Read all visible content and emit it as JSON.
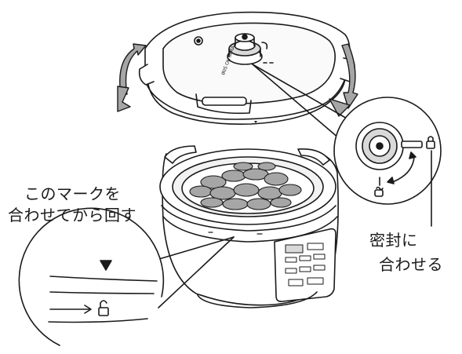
{
  "labels": {
    "align_mark_line1": "このマークを",
    "align_mark_line2": "合わせてから回す",
    "seal_line1": "密封に",
    "seal_line2": "合わせる"
  },
  "icons": {
    "rotate_arrows": "curved-rotation-arrow-icon",
    "unlock": "unlocked-padlock-icon",
    "lock": "locked-padlock-icon",
    "vent": "steam-vent-icon",
    "triangle_mark": "triangle-down-marker-icon"
  },
  "colors": {
    "line": "#1a1a1a",
    "fill_light": "#f2f2f2",
    "fill_mid": "#d9d9d9",
    "fill_dark": "#a6a6a6",
    "background": "#ffffff"
  }
}
